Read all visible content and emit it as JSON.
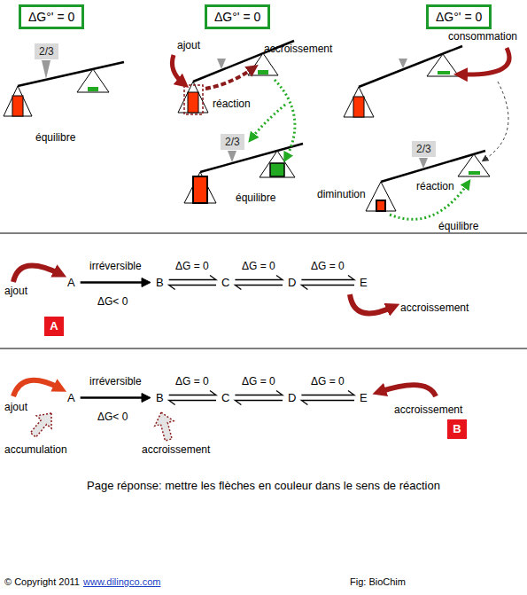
{
  "diagram": {
    "caption": "Page réponse: mettre les flèches en couleur dans le sens de réaction",
    "nodes": [
      {
        "text": [
          "ΔG°' = 0"
        ]
      },
      {
        "text": [
          "ΔG°' = 0"
        ]
      },
      {
        "text": [
          "ΔG°' = 0"
        ]
      },
      {
        "text": [
          "2/3"
        ]
      },
      {
        "text": [
          "2/3"
        ]
      },
      {
        "text": [
          "2/3"
        ]
      },
      {
        "text": [
          "A"
        ]
      },
      {
        "text": [
          "B"
        ]
      },
      {
        "text": [
          "C"
        ]
      },
      {
        "text": [
          "D"
        ]
      },
      {
        "text": [
          "E"
        ]
      },
      {
        "text": [
          "A"
        ]
      },
      {
        "text": [
          "A"
        ]
      },
      {
        "text": [
          "B"
        ]
      },
      {
        "text": [
          "C"
        ]
      },
      {
        "text": [
          "D"
        ]
      },
      {
        "text": [
          "E"
        ]
      },
      {
        "text": [
          "B"
        ]
      }
    ],
    "edges": [
      {
        "from": 6,
        "to": 7,
        "arrow": "to",
        "label": "irréversible"
      },
      {
        "from": 7,
        "to": 8,
        "arrow": "both",
        "label": "ΔG = 0"
      },
      {
        "from": 8,
        "to": 9,
        "arrow": "both",
        "label": "ΔG = 0"
      },
      {
        "from": 9,
        "to": 10,
        "arrow": "both",
        "label": "ΔG = 0"
      },
      {
        "from": 12,
        "to": 13,
        "arrow": "to",
        "label": "irréversible"
      },
      {
        "from": 13,
        "to": 14,
        "arrow": "both",
        "label": "ΔG = 0"
      },
      {
        "from": 14,
        "to": 15,
        "arrow": "both",
        "label": "ΔG = 0"
      },
      {
        "from": 15,
        "to": 16,
        "arrow": "both",
        "label": "ΔG = 0"
      }
    ],
    "labels": [
      "équilibre",
      "ajout",
      "accroissement",
      "réaction",
      "équilibre",
      "consommation",
      "diminution",
      "réaction",
      "équilibre",
      "ajout",
      "ΔG< 0",
      "accroissement",
      "ajout",
      "ΔG< 0",
      "accumulation",
      "accroissement",
      "accroissement",
      "© Copyright 2011",
      "www.dilingco.com",
      "Fig: BioChim"
    ]
  }
}
